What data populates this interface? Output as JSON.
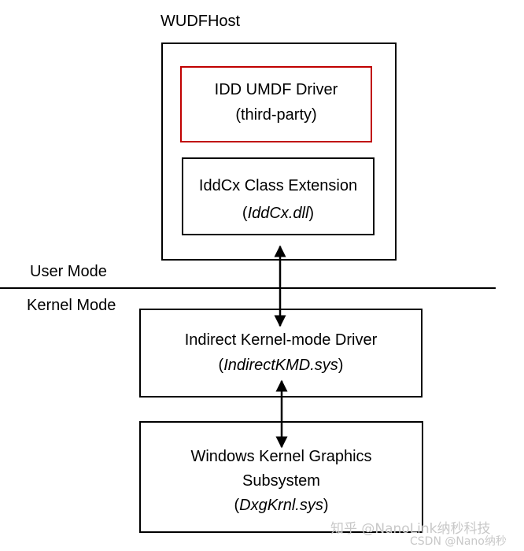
{
  "host": {
    "title": "WUDFHost"
  },
  "idd_driver": {
    "line1": "IDD UMDF Driver",
    "line2": "(third-party)"
  },
  "iddcx": {
    "line1": "IddCx Class Extension",
    "line2_open": "(",
    "line2_italic": "IddCx.dll",
    "line2_close": ")"
  },
  "modes": {
    "user": "User Mode",
    "kernel": "Kernel Mode"
  },
  "kmd": {
    "line1": "Indirect Kernel-mode Driver",
    "line2_open": "(",
    "line2_italic": "IndirectKMD.sys",
    "line2_close": ")"
  },
  "graphics": {
    "line1": "Windows Kernel Graphics",
    "line2": "Subsystem",
    "line3_open": "(",
    "line3_italic": "DxgKrnl.sys",
    "line3_close": ")"
  },
  "watermark": {
    "line1": "知乎 @NanoLink纳秒科技",
    "line2": "CSDN @Nano纳秒"
  },
  "colors": {
    "border": "#000000",
    "accent_border": "#c00000",
    "watermark": "#c8c8c8"
  }
}
